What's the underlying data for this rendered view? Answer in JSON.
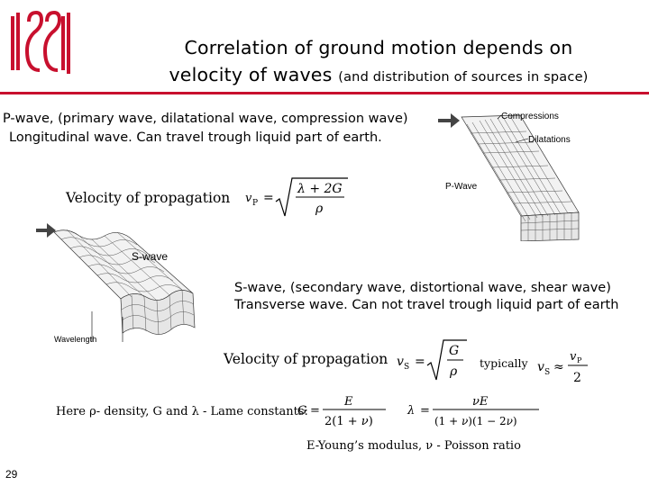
{
  "title": {
    "line1": "Correlation of ground motion depends on",
    "line2_main": "velocity of waves",
    "line2_small": "(and distribution of sources in space)"
  },
  "p_wave": {
    "line1": "P-wave, (primary wave, dilatational wave, compression wave)",
    "line2": "Longitudinal wave. Can travel trough liquid part of earth.",
    "velocity_label": "Velocity of propagation",
    "formula": "vP = √((λ+2G)/ρ)",
    "figure_labels": {
      "compressions": "Compressions",
      "dilatations": "Dilatations",
      "p_wave": "P-Wave"
    }
  },
  "s_wave": {
    "figure_label": "S-wave",
    "wavelength_label": "Wavelength",
    "line1": "S-wave, (secondary wave, distortional wave, shear wave)",
    "line2": "Transverse wave. Can not travel trough liquid part of earth",
    "velocity_label": "Velocity of propagation",
    "formula": "vS = √(G/ρ)",
    "typically": "typically",
    "approx_formula": "vS ≈ vP/2"
  },
  "constants": {
    "text": "Here ρ- density, G and λ - Lame constants:",
    "g_formula": "G = E/(2(1+ν))",
    "lambda_formula": "λ = νE/((1+ν)(1−2ν))",
    "young": "E-Young’s modulus,  ν - Poisson ratio"
  },
  "page_number": "29",
  "colors": {
    "accent": "#c8102e",
    "text": "#000000"
  }
}
